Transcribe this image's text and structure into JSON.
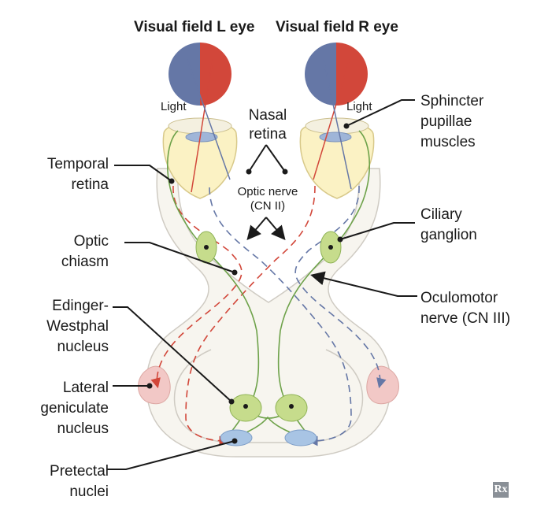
{
  "titles": {
    "left_eye": "Visual field L eye",
    "right_eye": "Visual field R eye"
  },
  "labels": {
    "light_left": "Light",
    "light_right": "Light",
    "nasal_retina": [
      "Nasal",
      "retina"
    ],
    "optic_nerve": [
      "Optic nerve",
      "(CN II)"
    ],
    "temporal_retina": [
      "Temporal",
      "retina"
    ],
    "optic_chiasm": [
      "Optic",
      "chiasm"
    ],
    "edinger_westphal": [
      "Edinger-",
      "Westphal",
      "nucleus"
    ],
    "lateral_geniculate": [
      "Lateral",
      "geniculate",
      "nucleus"
    ],
    "pretectal": [
      "Pretectal",
      "nuclei"
    ],
    "sphincter": [
      "Sphincter",
      "pupillae",
      "muscles"
    ],
    "ciliary": [
      "Ciliary",
      "ganglion"
    ],
    "oculomotor": [
      "Oculomotor",
      "nerve (CN III)"
    ]
  },
  "logo": "Rx",
  "colors": {
    "temporal_field": "#d2473a",
    "nasal_field": "#6577a6",
    "parasympathetic": "#6ea24a",
    "eye_fill": "#fbf2c4",
    "ganglion_fill": "#c6dc8c",
    "lgn_fill": "#f2c8c6",
    "pretectal_fill": "#a8c4e4",
    "brainstem_fill": "#e1dcd6"
  }
}
